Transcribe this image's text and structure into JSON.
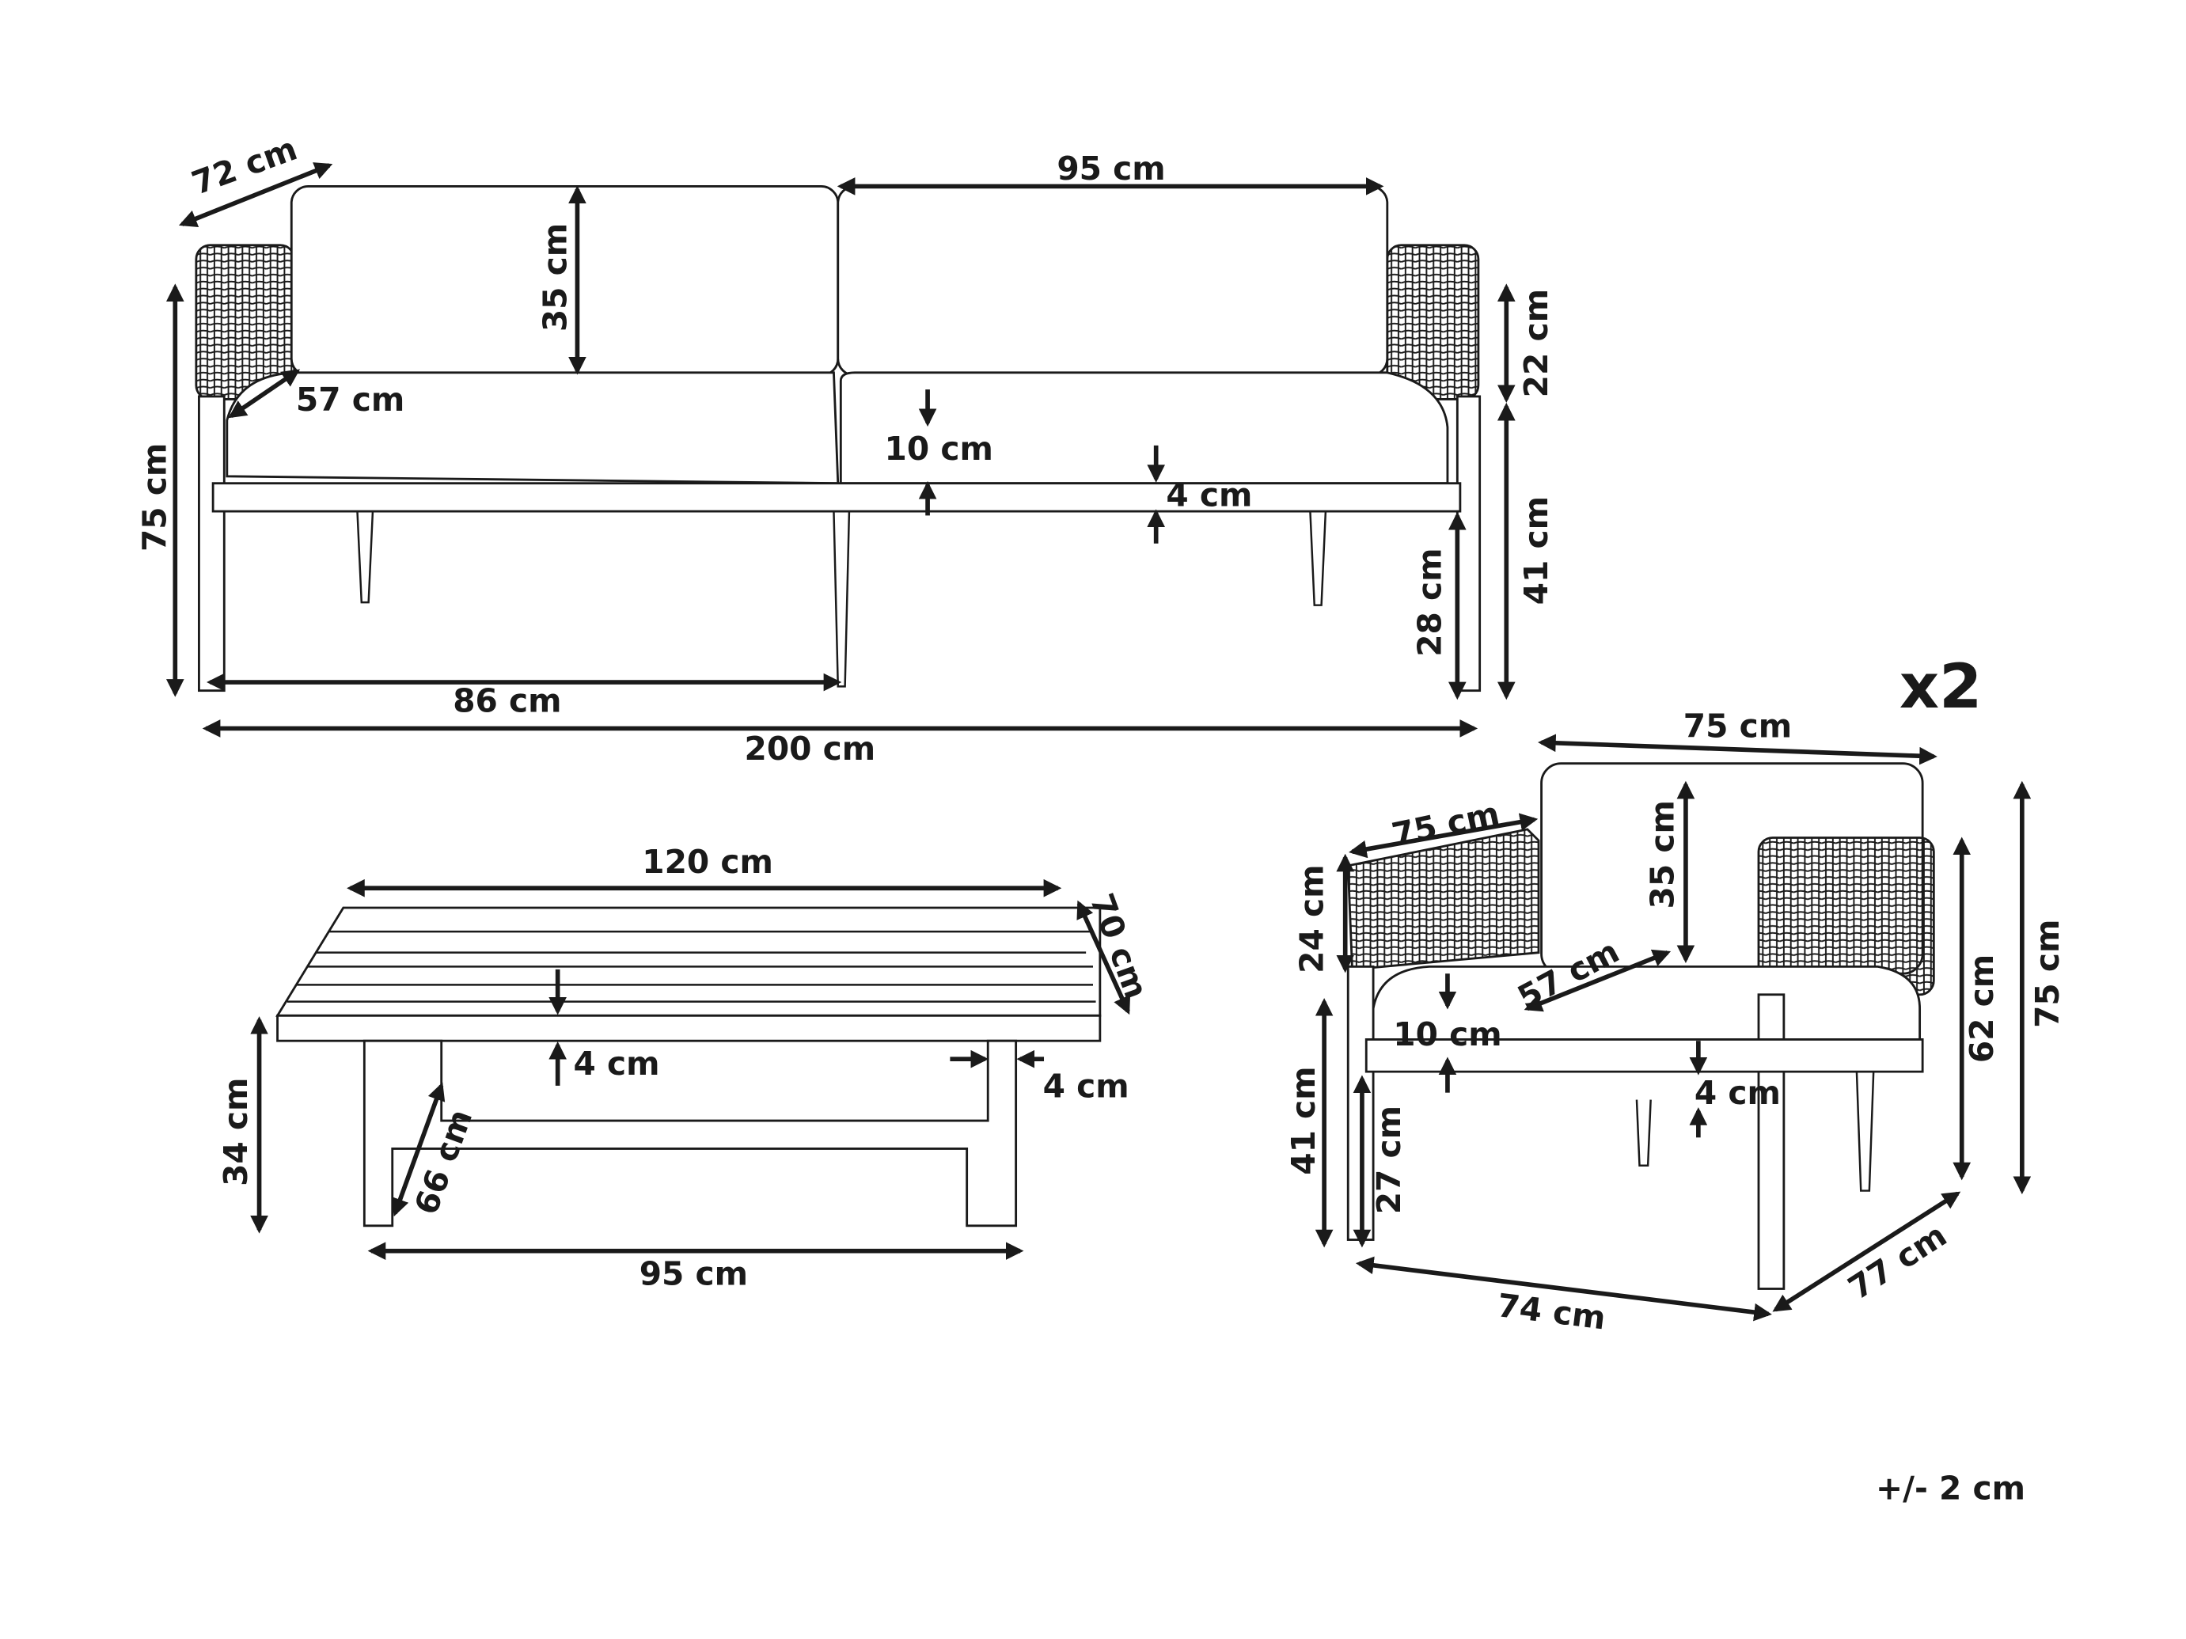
{
  "sofa": {
    "depth": "72 cm",
    "cushion_width": "95 cm",
    "back_cushion_height": "35 cm",
    "armrest_height": "22 cm",
    "seat_depth": "57 cm",
    "seat_cushion_thickness": "10 cm",
    "frame_thickness": "4 cm",
    "total_height": "75 cm",
    "seat_height": "41 cm",
    "leg_height": "28 cm",
    "inner_width": "86 cm",
    "total_width": "200 cm"
  },
  "table": {
    "width": "120 cm",
    "depth": "70 cm",
    "top_thickness": "4 cm",
    "leg_thickness": "4 cm",
    "height": "34 cm",
    "inner_depth": "66 cm",
    "inner_width": "95 cm"
  },
  "chair": {
    "quantity": "x2",
    "top_width": "75 cm",
    "armrest_length": "75 cm",
    "back_cushion_height": "35 cm",
    "armrest_height": "24 cm",
    "seat_depth": "57 cm",
    "seat_cushion_thickness": "10 cm",
    "frame_thickness": "4 cm",
    "armrest_top_height": "62 cm",
    "total_height": "75 cm",
    "seat_height": "41 cm",
    "leg_height": "27 cm",
    "width": "74 cm",
    "depth": "77 cm"
  },
  "tolerance": "+/- 2 cm"
}
